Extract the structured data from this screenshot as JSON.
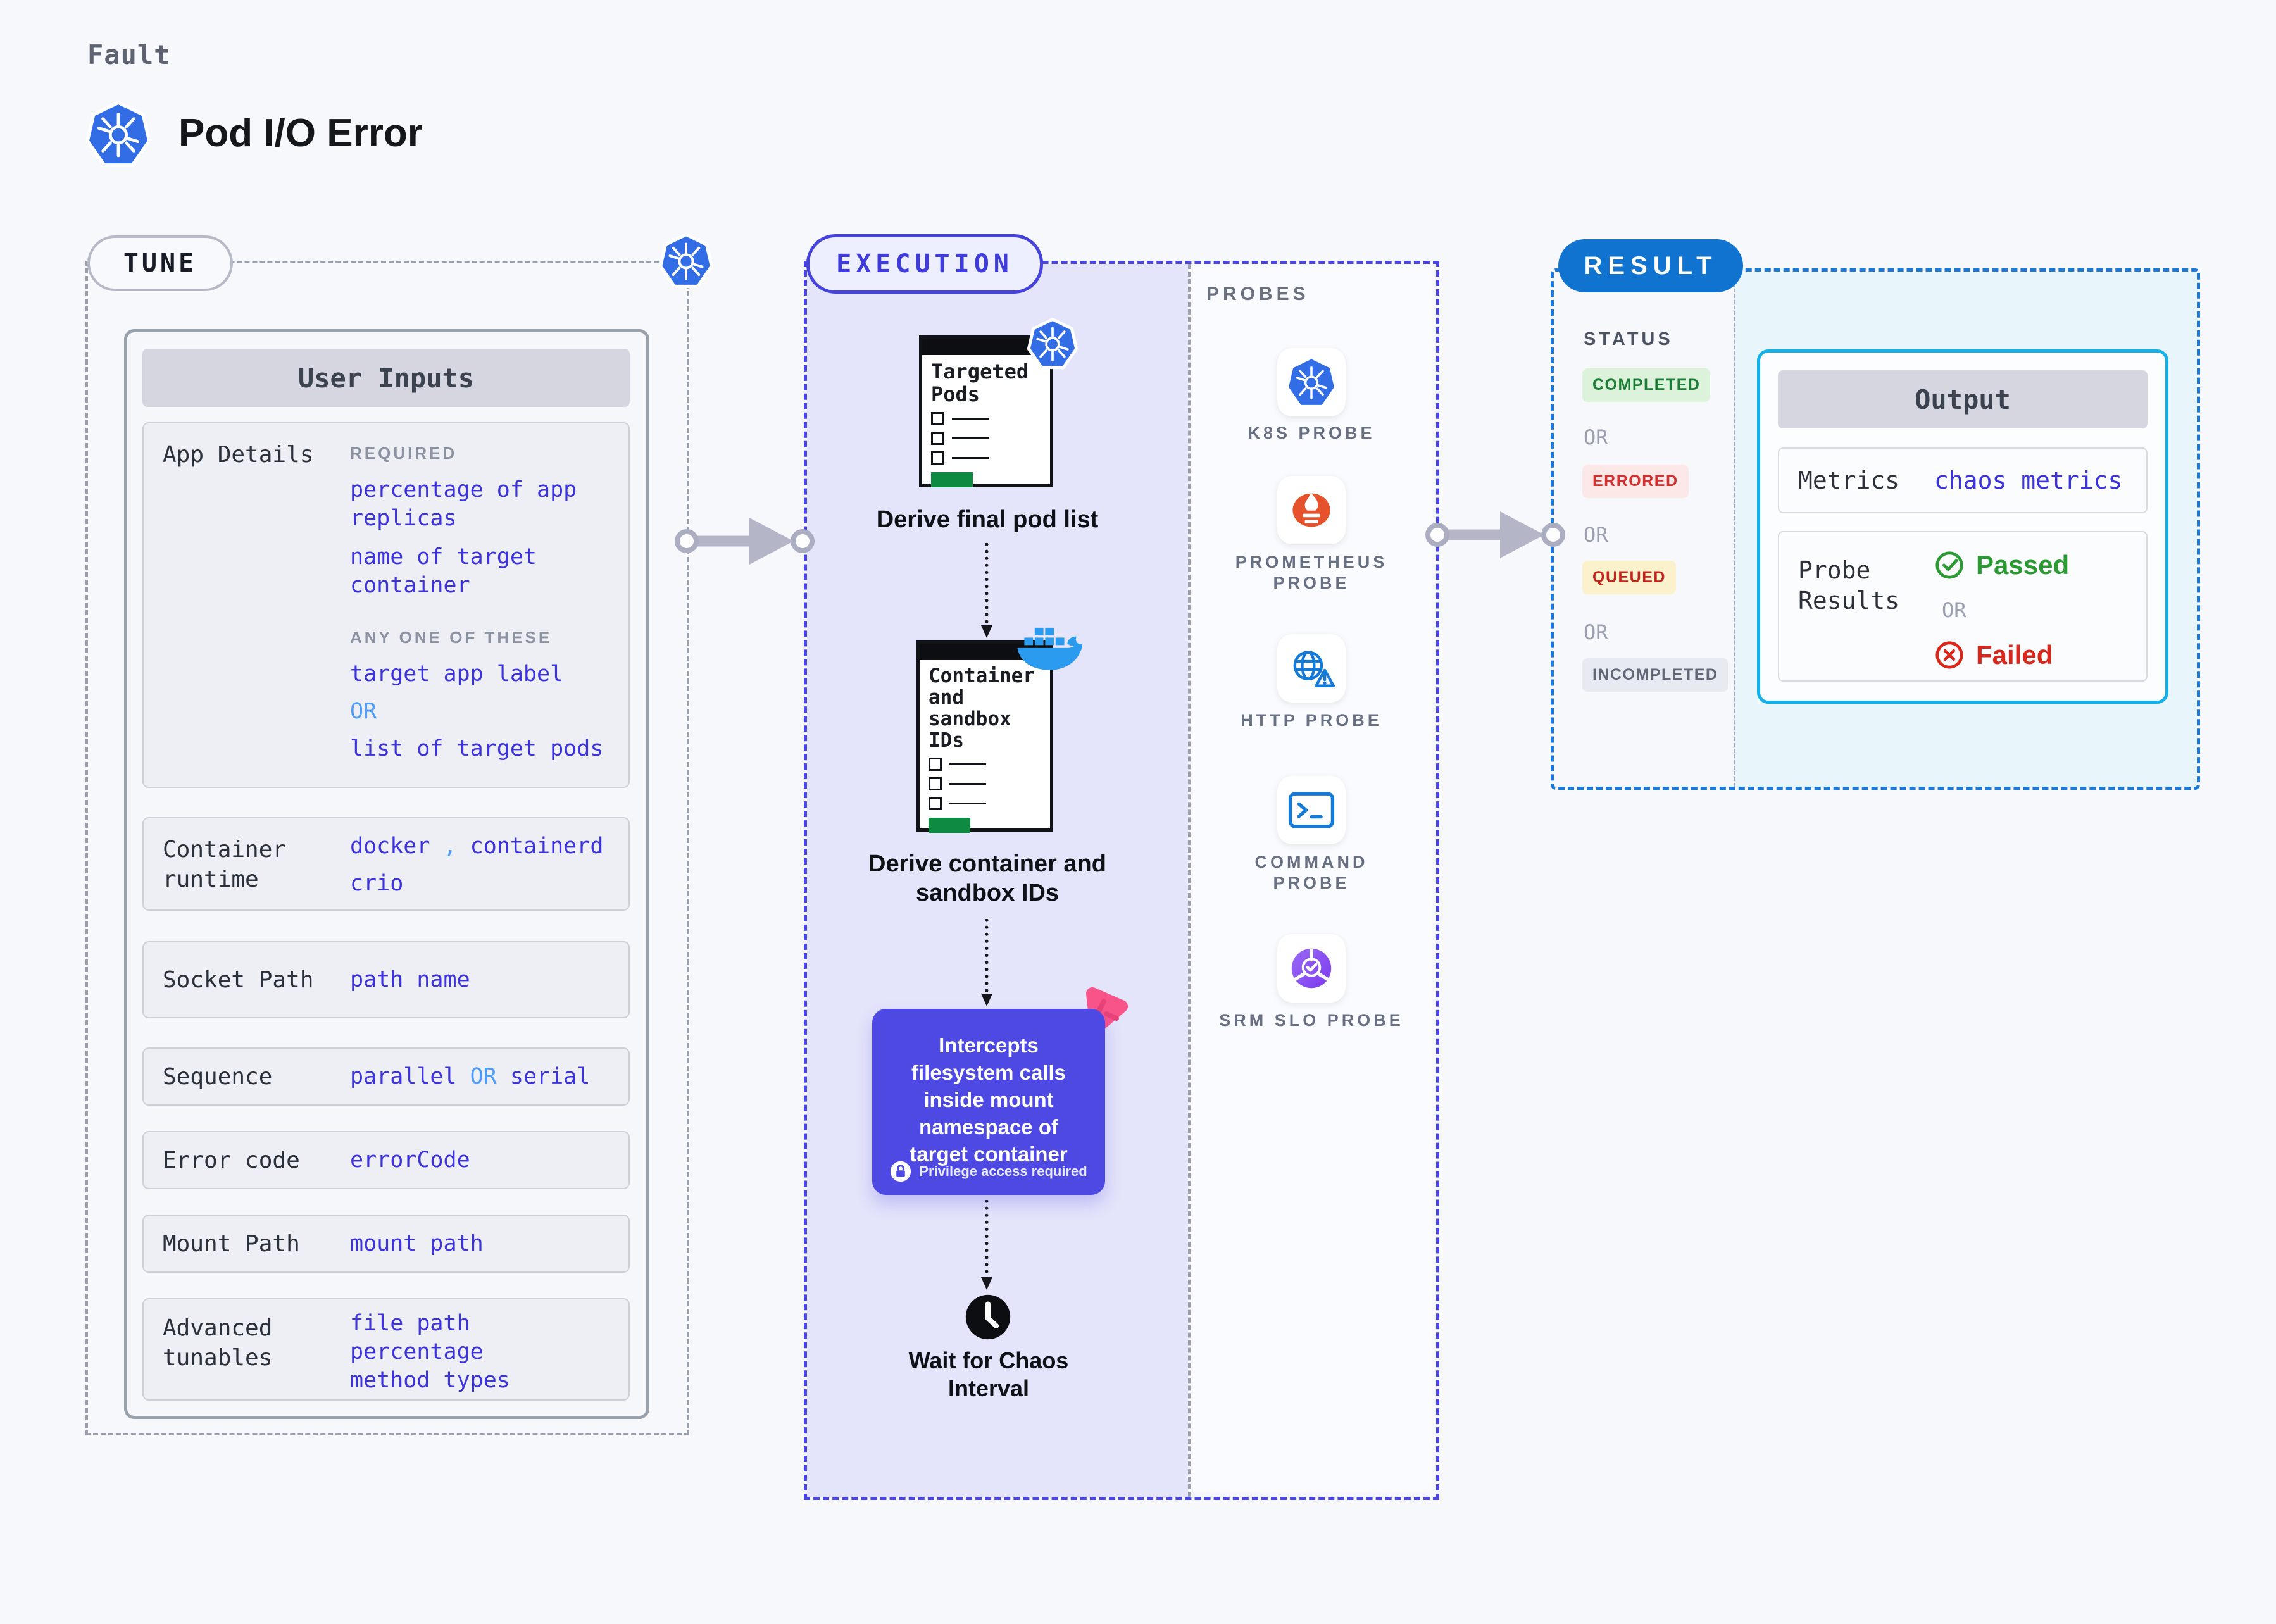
{
  "colors": {
    "accent_indigo": "#4a46e0",
    "value_indigo": "#3d33dd",
    "light_blue": "#4f9cf7",
    "result_blue": "#1173d0",
    "output_border_cyan": "#14b0e8",
    "passed_green": "#2b9a33",
    "failed_red": "#d8281c",
    "lavender_bg": "#e4e4fb",
    "cyan_bg": "#e8f5fb",
    "purple_box": "#4d49e2",
    "pink_accent": "#f9548a",
    "green_bar": "#0f8a42"
  },
  "header": {
    "kicker": "Fault",
    "title": "Pod I/O Error"
  },
  "tune": {
    "pill": "TUNE",
    "panel_title": "User Inputs",
    "app_details": {
      "label": "App Details",
      "required_title": "REQUIRED",
      "required_1": "percentage of app replicas",
      "required_2": "name of target container",
      "any_title": "ANY ONE OF THESE",
      "any_1": "target app label",
      "or": "OR",
      "any_2": "list of target pods"
    },
    "container_runtime": {
      "label": "Container runtime",
      "v1": "docker",
      "comma": ",",
      "v2": "containerd",
      "v3": "crio"
    },
    "socket_path": {
      "label": "Socket Path",
      "value": "path name"
    },
    "sequence": {
      "label": "Sequence",
      "v1": "parallel",
      "or": "OR",
      "v2": "serial"
    },
    "error_code": {
      "label": "Error code",
      "value": "errorCode"
    },
    "mount_path": {
      "label": "Mount Path",
      "value": "mount path"
    },
    "advanced_tunables": {
      "label": "Advanced tunables",
      "v1": "file path",
      "v2": "percentage",
      "v3": "method types"
    }
  },
  "execution": {
    "pill": "EXECUTION",
    "step1": {
      "doc_title": "Targeted Pods",
      "caption": "Derive final pod list"
    },
    "step2": {
      "doc_title": "Container and sandbox IDs",
      "caption": "Derive container and sandbox IDs"
    },
    "step3": {
      "text": "Intercepts filesystem calls inside mount namespace of target container",
      "badge": "Privilege access required"
    },
    "step4": {
      "caption": "Wait for Chaos Interval"
    }
  },
  "probes": {
    "title": "PROBES",
    "items": [
      {
        "label": "K8S PROBE"
      },
      {
        "label": "PROMETHEUS PROBE"
      },
      {
        "label": "HTTP PROBE"
      },
      {
        "label": "COMMAND PROBE"
      },
      {
        "label": "SRM SLO PROBE"
      }
    ]
  },
  "result": {
    "pill": "RESULT",
    "status": {
      "title": "STATUS",
      "completed": "COMPLETED",
      "or1": "OR",
      "errored": "ERRORED",
      "or2": "OR",
      "queued": "QUEUED",
      "or3": "OR",
      "incompleted": "INCOMPLETED"
    },
    "output": {
      "title": "Output",
      "metrics_label": "Metrics",
      "metrics_value": "chaos metrics",
      "probe_results_label": "Probe Results",
      "passed": "Passed",
      "or": "OR",
      "failed": "Failed"
    }
  }
}
